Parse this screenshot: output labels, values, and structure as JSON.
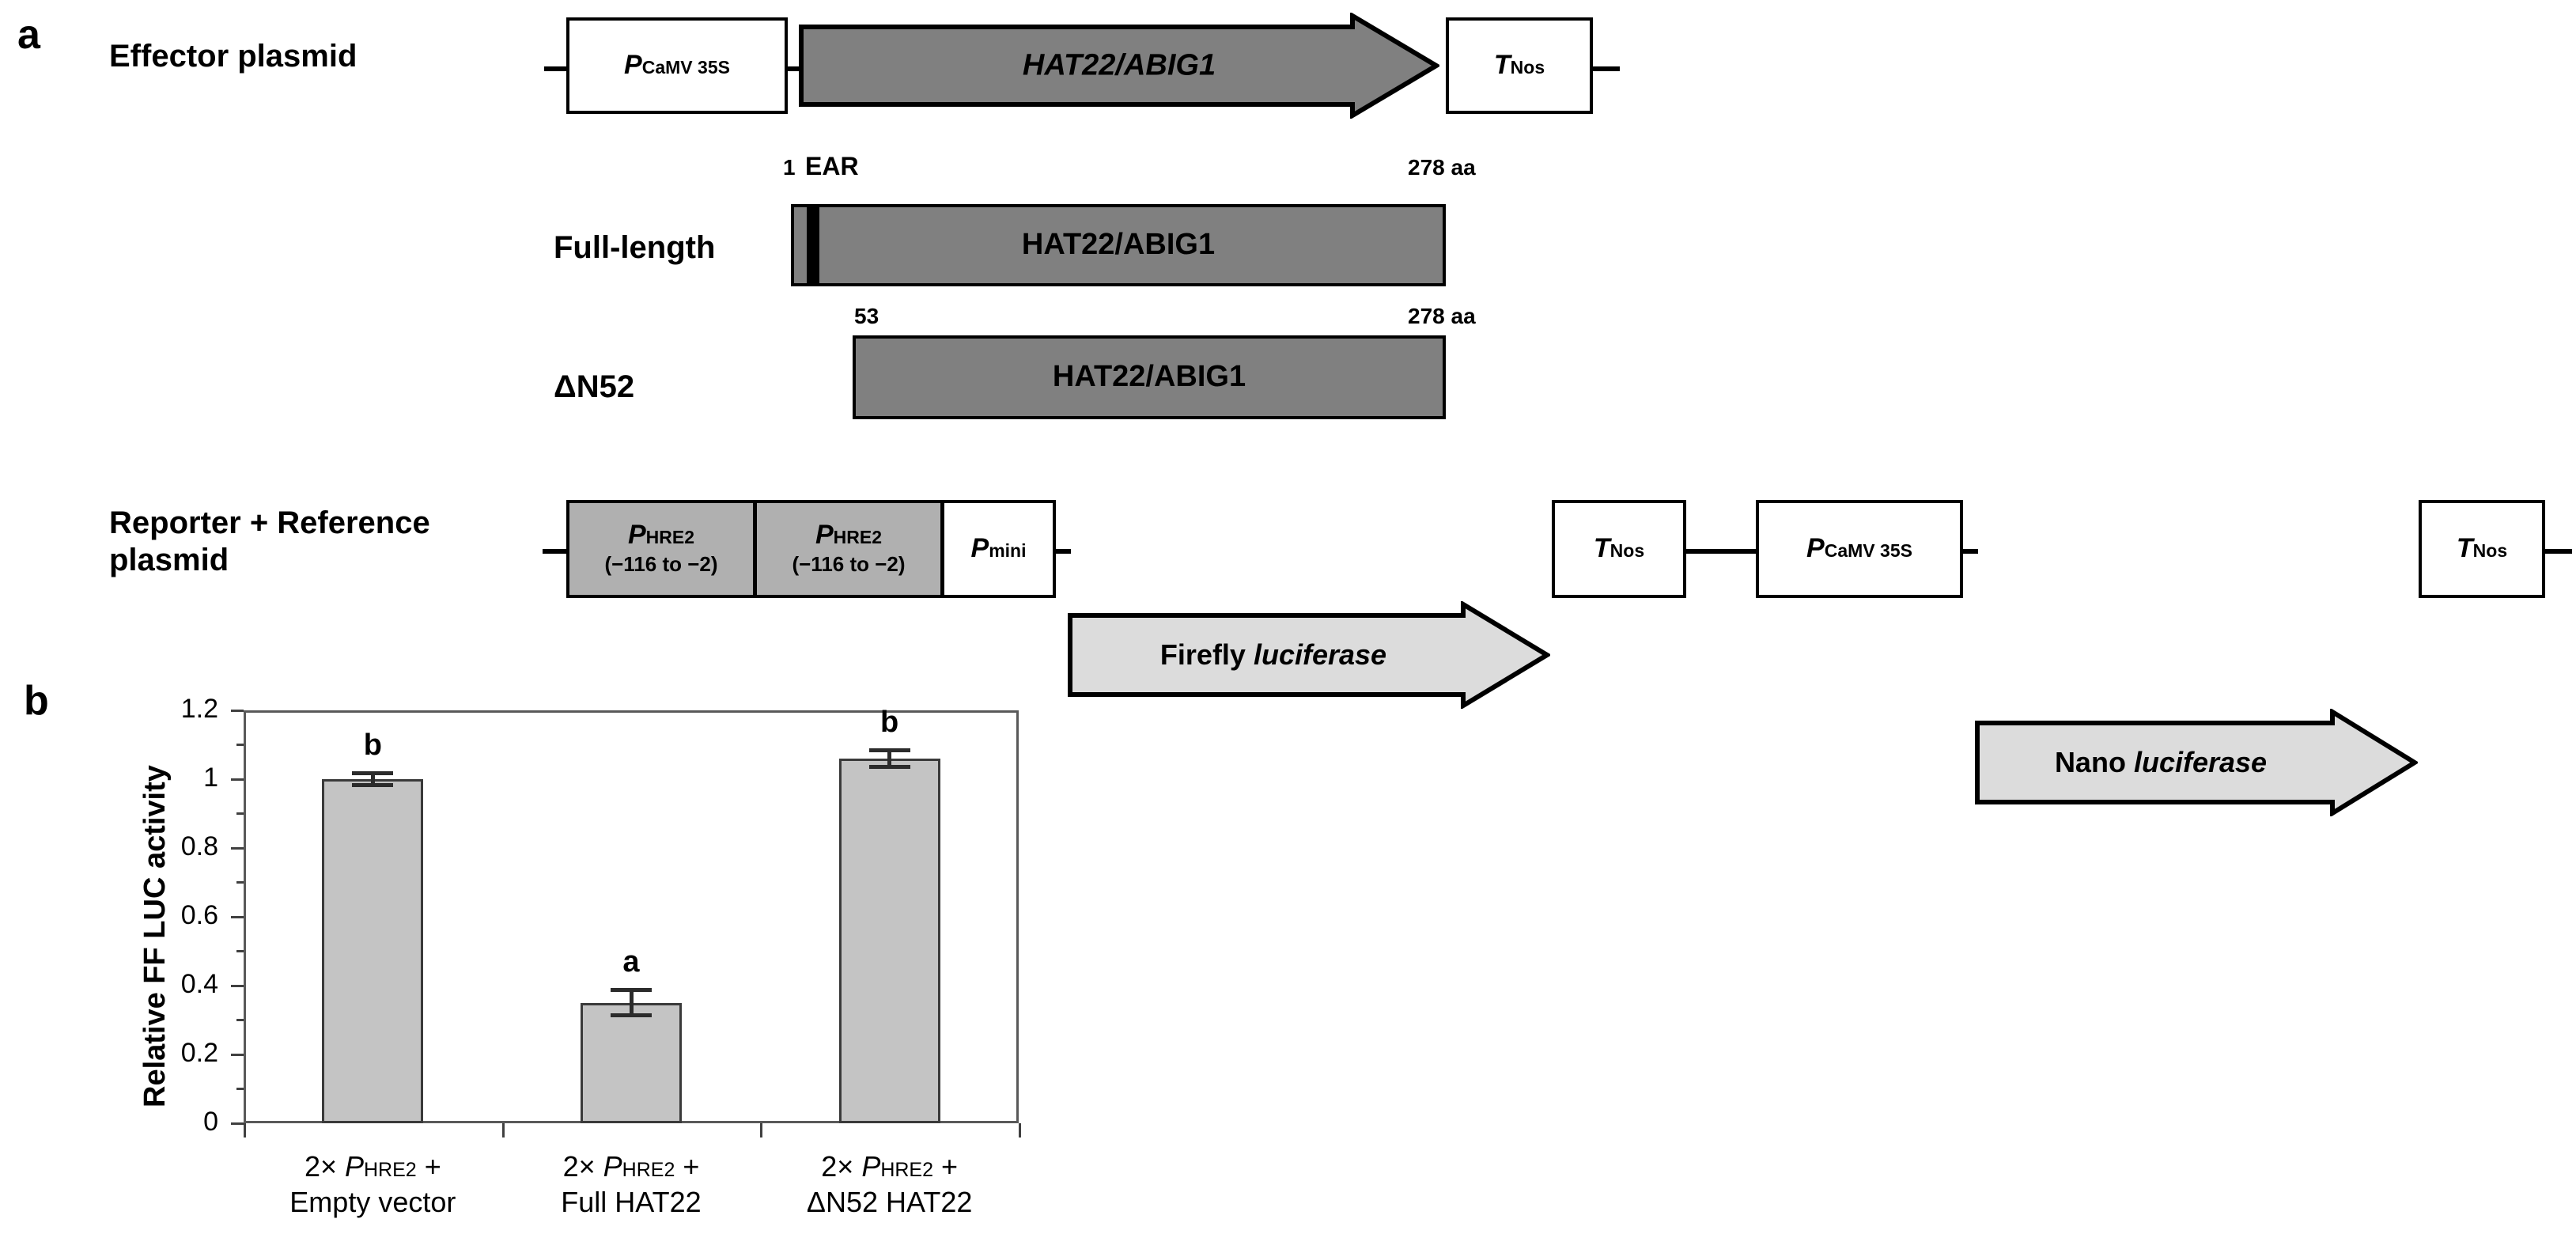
{
  "figure": {
    "panel_a_letter": "a",
    "panel_b_letter": "b"
  },
  "panel_a": {
    "effector": {
      "label": "Effector plasmid",
      "promoter": {
        "main": "P",
        "sub": "CaMV 35S"
      },
      "gene": "HAT22/ABIG1",
      "terminator": {
        "main": "T",
        "sub": "Nos"
      }
    },
    "constructs": [
      {
        "name": "Full-length",
        "protein": "HAT22/ABIG1",
        "start_label": "1",
        "domain_label": "EAR",
        "end_label": "278 aa",
        "has_ear": true
      },
      {
        "name": "ΔN52",
        "protein": "HAT22/ABIG1",
        "start_label": "53",
        "domain_label": "",
        "end_label": "278 aa",
        "has_ear": false
      }
    ],
    "reporter": {
      "label_line1": "Reporter + Reference",
      "label_line2": "plasmid",
      "hre2_a": {
        "main": "P",
        "sub": "HRE2",
        "range": "(−116 to −2)"
      },
      "hre2_b": {
        "main": "P",
        "sub": "HRE2",
        "range": "(−116 to −2)"
      },
      "pmini": {
        "main": "P",
        "sub": "mini"
      },
      "firefly_plain": "Firefly ",
      "firefly_italic": "luciferase",
      "tnos_1": {
        "main": "T",
        "sub": "Nos"
      },
      "pcamv": {
        "main": "P",
        "sub": "CaMV 35S"
      },
      "nano_plain": "Nano ",
      "nano_italic": "luciferase",
      "tnos_2": {
        "main": "T",
        "sub": "Nos"
      }
    }
  },
  "chart_data": {
    "type": "bar",
    "title": "",
    "xlabel": "",
    "ylabel": "Relative FF LUC activity",
    "ylim": [
      0,
      1.2
    ],
    "ytick_labels": [
      "0",
      "0.2",
      "0.4",
      "0.6",
      "0.8",
      "1",
      "1.2"
    ],
    "ytick_values": [
      0,
      0.2,
      0.4,
      0.6,
      0.8,
      1,
      1.2
    ],
    "minor_tick_values": [
      0.1,
      0.3,
      0.5,
      0.7,
      0.9,
      1.1
    ],
    "grid": false,
    "legend": "none",
    "categories": [
      {
        "line1_prefix": "2× ",
        "line1_main": "P",
        "line1_sub": "HRE2",
        "line1_suffix": " +",
        "line2": "Empty vector"
      },
      {
        "line1_prefix": "2× ",
        "line1_main": "P",
        "line1_sub": "HRE2",
        "line1_suffix": " +",
        "line2": "Full HAT22"
      },
      {
        "line1_prefix": "2× ",
        "line1_main": "P",
        "line1_sub": "HRE2",
        "line1_suffix": " +",
        "line2": "ΔN52 HAT22"
      }
    ],
    "values": [
      1.0,
      0.35,
      1.06
    ],
    "errors": [
      0.022,
      0.042,
      0.03
    ],
    "significance_letters": [
      "b",
      "a",
      "b"
    ]
  },
  "colors": {
    "dark_gray": "#808080",
    "mid_gray": "#b0b0b0",
    "light_gray": "#dcdcdc",
    "bar_fill": "#c4c4c4",
    "outline": "#000000",
    "axis": "#595959"
  }
}
